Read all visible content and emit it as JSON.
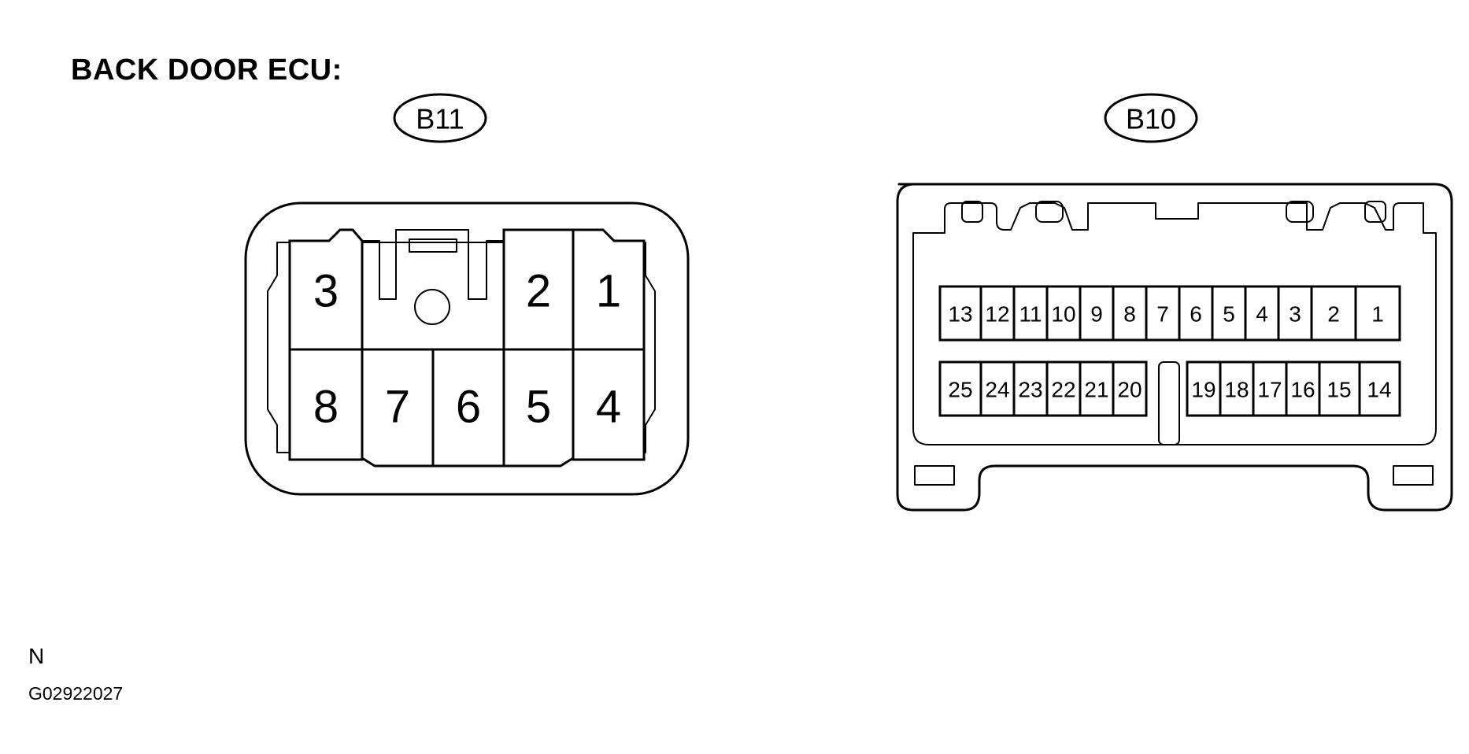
{
  "title": "BACK DOOR ECU:",
  "connectors": {
    "b11": {
      "label": "B11",
      "pins_top": [
        "3",
        "2",
        "1"
      ],
      "pins_bottom": [
        "8",
        "7",
        "6",
        "5",
        "4"
      ]
    },
    "b10": {
      "label": "B10",
      "pins_top": [
        "13",
        "12",
        "11",
        "10",
        "9",
        "8",
        "7",
        "6",
        "5",
        "4",
        "3",
        "2",
        "1"
      ],
      "pins_bottom_left": [
        "25",
        "24",
        "23",
        "22",
        "21",
        "20"
      ],
      "pins_bottom_right": [
        "19",
        "18",
        "17",
        "16",
        "15",
        "14"
      ]
    }
  },
  "footer": {
    "mark": "N",
    "code": "G02922027"
  }
}
